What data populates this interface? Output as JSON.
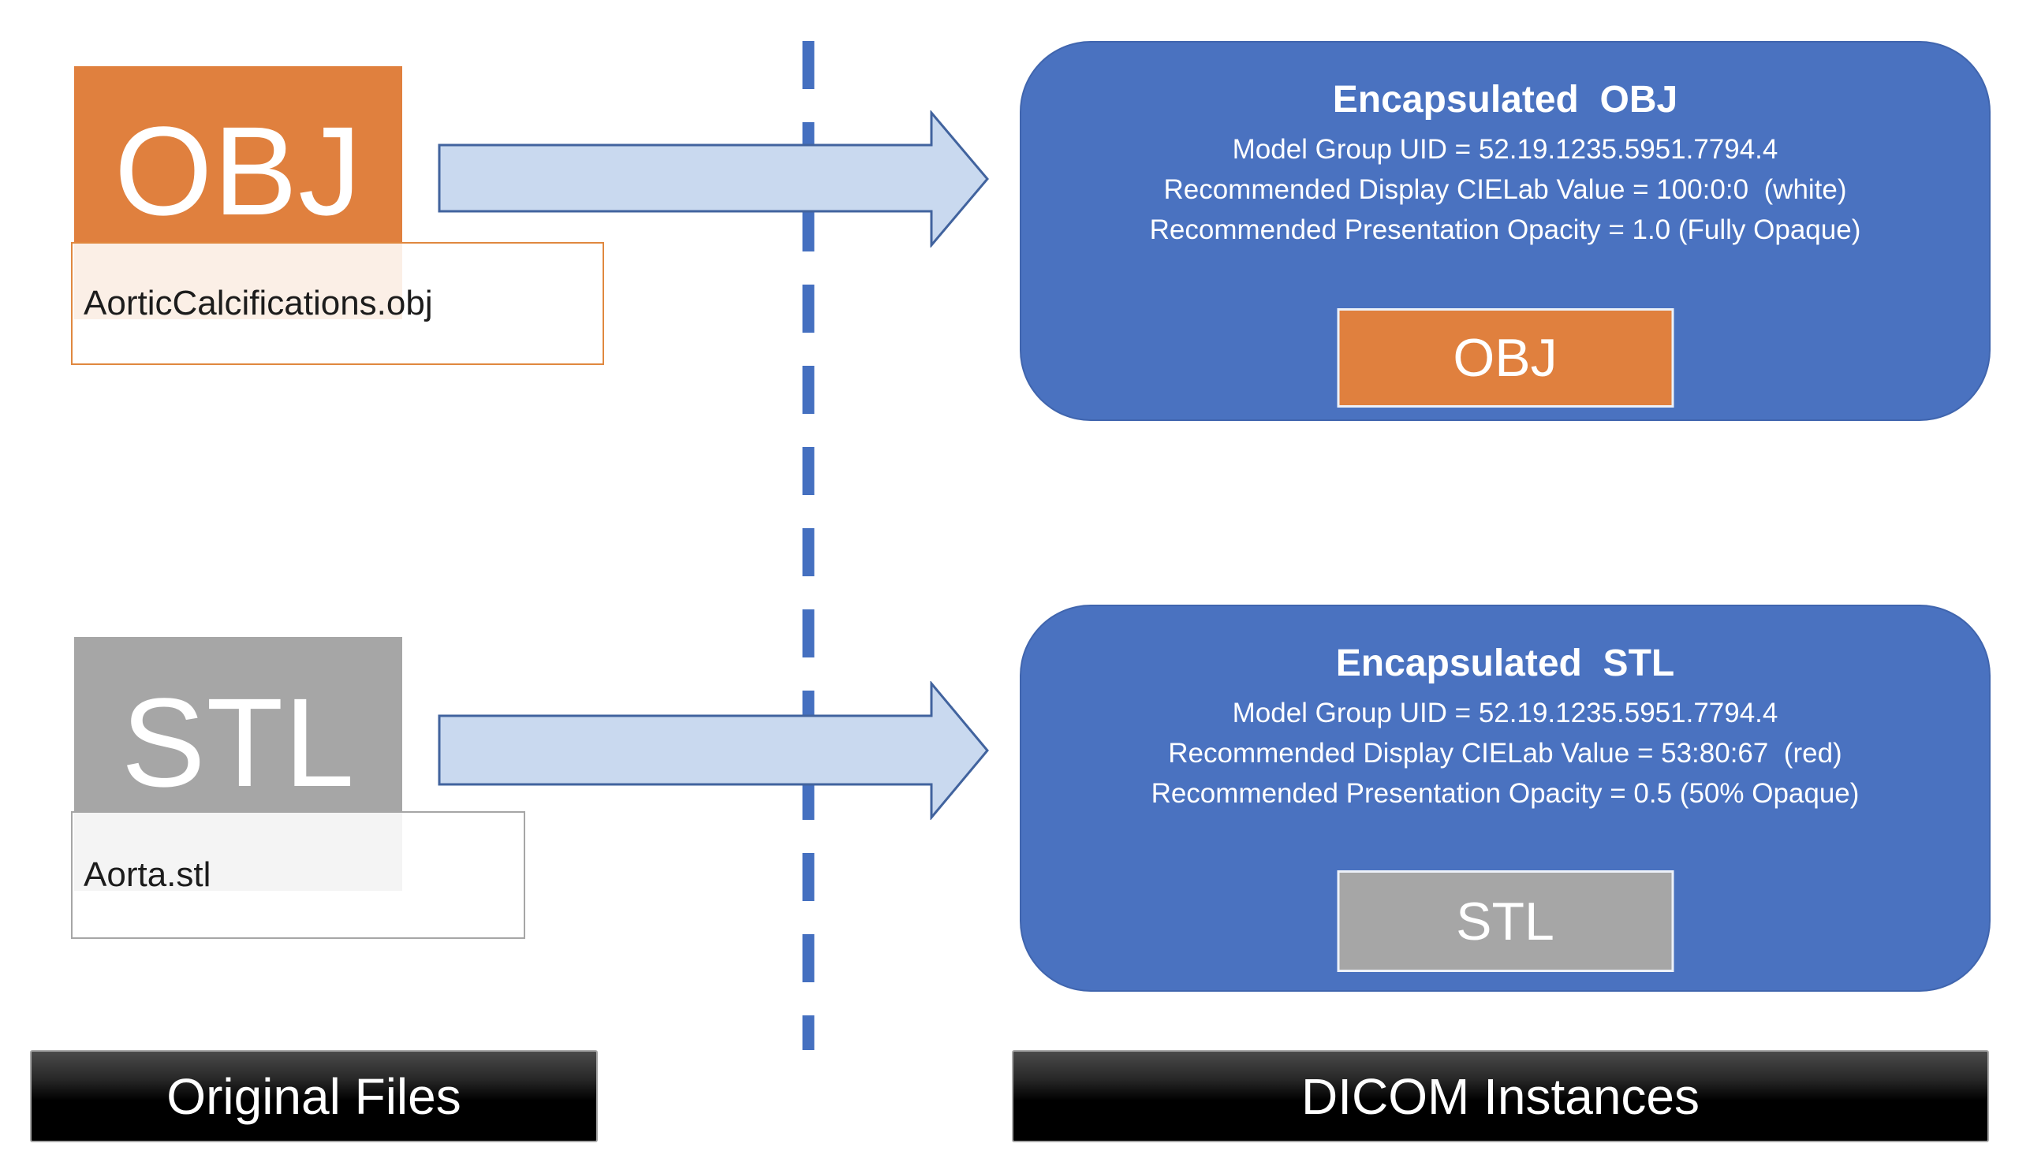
{
  "colors": {
    "panel_blue": "#4a72c0",
    "obj_orange": "#e0803e",
    "stl_gray": "#a6a6a6",
    "arrow_fill": "#c9d9ef",
    "arrow_border": "#41639e",
    "dash_blue": "#4570c0",
    "bar_black": "#000000"
  },
  "source_files": {
    "obj": {
      "type_label": "OBJ",
      "filename": "AorticCalcifications.obj"
    },
    "stl": {
      "type_label": "STL",
      "filename": "Aorta.stl"
    }
  },
  "encapsulated": {
    "obj": {
      "title": "Encapsulated  OBJ",
      "lines": [
        "Model Group UID = 52.19.1235.5951.7794.4",
        "Recommended Display CIELab Value = 100:0:0  (white)",
        "Recommended Presentation Opacity = 1.0 (Fully Opaque)"
      ],
      "badge": "OBJ"
    },
    "stl": {
      "title": "Encapsulated  STL",
      "lines": [
        "Model Group UID = 52.19.1235.5951.7794.4",
        "Recommended Display CIELab Value = 53:80:67  (red)",
        "Recommended Presentation Opacity = 0.5 (50% Opaque)"
      ],
      "badge": "STL"
    }
  },
  "footers": {
    "left": "Original Files",
    "right": "DICOM Instances"
  }
}
